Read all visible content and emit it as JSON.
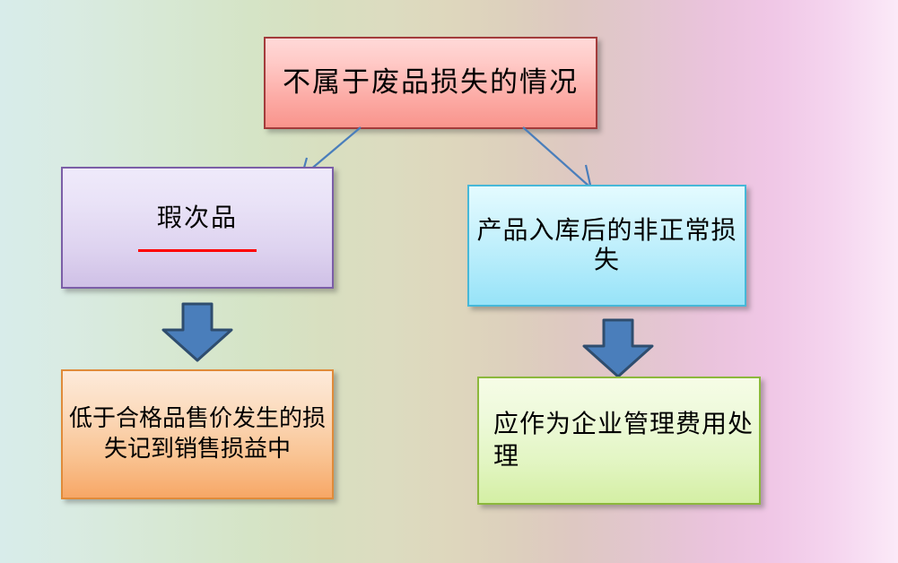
{
  "diagram": {
    "title_node": {
      "id": "not-scrap-loss",
      "text": "不属于废品损失的情况",
      "fill_top": "#ffd9d8",
      "fill_bottom": "#f9948c",
      "border": "#a33b3b"
    },
    "branches": [
      {
        "id": "defective",
        "text": "瑕次品",
        "underline_color": "#ff0000",
        "fill_top": "#efeafa",
        "fill_bottom": "#cfc0e6",
        "border": "#7b5ea7",
        "result": {
          "id": "loss-to-sales",
          "text": "低于合格品售价发生的损失记到销售损益中",
          "fill_top": "#fdeada",
          "fill_bottom": "#f7a766",
          "border": "#e08b3a"
        }
      },
      {
        "id": "abnormal-loss-after-storage",
        "text": "产品入库后的非正常损失",
        "fill_top": "#e3fbff",
        "fill_bottom": "#97e3f8",
        "border": "#46b8d8",
        "result": {
          "id": "admin-expense",
          "text": "应作为企业管理费用处理",
          "fill_top": "#f6fce6",
          "fill_bottom": "#d4efa4",
          "border": "#8cb83c"
        }
      }
    ],
    "connectors": [
      {
        "id": "to-defective",
        "kind": "line-arrow",
        "color": "#4a7ebb",
        "direction": "down-left"
      },
      {
        "id": "to-abnormal",
        "kind": "line-arrow",
        "color": "#4a7ebb",
        "direction": "down-right"
      },
      {
        "id": "defective-to-result",
        "kind": "block-arrow",
        "color": "#4a7ebb",
        "border": "#2f4d6e",
        "direction": "down"
      },
      {
        "id": "abnormal-to-result",
        "kind": "block-arrow",
        "color": "#4a7ebb",
        "border": "#2f4d6e",
        "direction": "down"
      }
    ],
    "background": {
      "type": "horizontal-gradient",
      "from": "#d8ecea",
      "mid": "#ded7bd",
      "to": "#fbeaf8"
    }
  }
}
